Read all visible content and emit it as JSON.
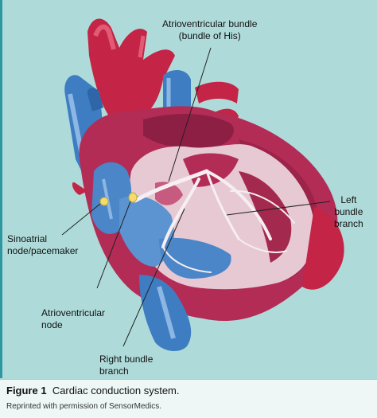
{
  "labels": {
    "av_bundle_line1": "Atrioventricular bundle",
    "av_bundle_line2": "(bundle of His)",
    "left_bundle_line1": "Left",
    "left_bundle_line2": "bundle",
    "left_bundle_line3": "branch",
    "sa_node_line1": "Sinoatrial",
    "sa_node_line2": "node/pacemaker",
    "av_node_line1": "Atrioventricular",
    "av_node_line2": "node",
    "right_bundle_line1": "Right bundle",
    "right_bundle_line2": "branch"
  },
  "caption": {
    "figure_number": "Figure 1",
    "title": "Cardiac conduction system.",
    "credit": "Reprinted with permission of SensorMedics."
  },
  "colors": {
    "background": "#aedbd9",
    "artery_red": "#c42446",
    "vein_blue": "#3f7dc2",
    "muscle": "#b22c56",
    "chamber_pink": "#e7c9d4",
    "node_yellow": "#f3dc6a"
  }
}
